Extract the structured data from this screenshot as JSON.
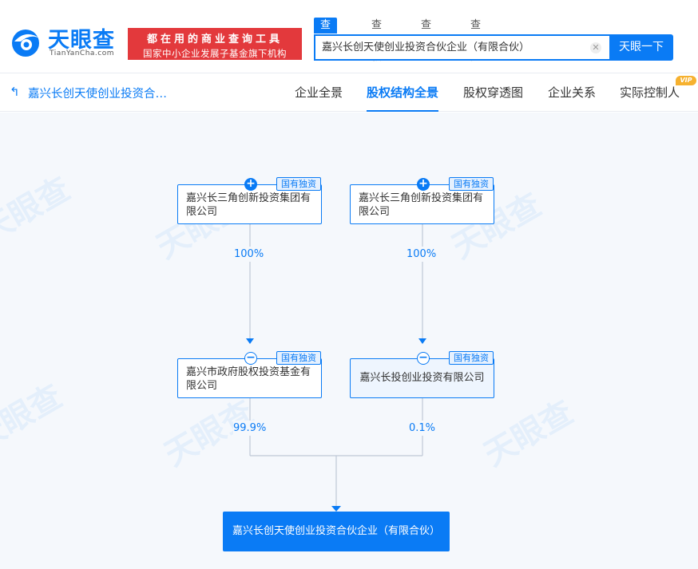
{
  "header": {
    "logo_text": "天眼查",
    "logo_sub": "TianYanCha.com",
    "slogan_line1": "都在用的商业查询工具",
    "slogan_line2": "国家中小企业发展子基金旗下机构",
    "search_tabs": [
      "查公司",
      "查老板",
      "查关系",
      "查风险"
    ],
    "search_value": "嘉兴长创天使创业投资合伙企业（有限合伙）",
    "search_button": "天眼一下"
  },
  "subnav": {
    "breadcrumb": "嘉兴长创天使创业投资合…",
    "items": [
      "企业全景",
      "股权结构全景",
      "股权穿透图",
      "企业关系",
      "实际控制人"
    ],
    "active": "股权结构全景",
    "vip_badge": "VIP"
  },
  "graph": {
    "top_left": {
      "name": "嘉兴长三角创新投资集团有限公司",
      "badge": "国有独资",
      "toggle": "+"
    },
    "top_right": {
      "name": "嘉兴长三角创新投资集团有限公司",
      "badge": "国有独资",
      "toggle": "+"
    },
    "mid_left": {
      "name": "嘉兴市政府股权投资基金有限公司",
      "badge": "国有独资",
      "toggle": "−"
    },
    "mid_right": {
      "name": "嘉兴长投创业投资有限公司",
      "badge": "国有独资",
      "toggle": "−"
    },
    "pct_top_left": "100%",
    "pct_top_right": "100%",
    "pct_mid_left": "99.9%",
    "pct_mid_right": "0.1%",
    "target": "嘉兴长创天使创业投资合伙企业（有限合伙）"
  },
  "watermark": "天眼查",
  "colors": {
    "brand": "#0a7bf5",
    "slogan_bg": "#e3393c",
    "canvas_bg": "#f5f8fc",
    "vip": "#f6b12f"
  }
}
